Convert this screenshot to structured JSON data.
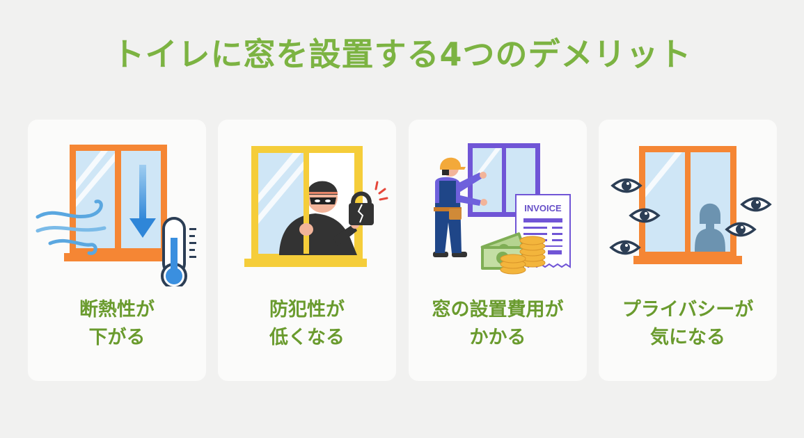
{
  "title": "トイレに窓を設置する4つのデメリット",
  "colors": {
    "title": "#7cb342",
    "label": "#6a9b2e",
    "background": "#f1f1f0",
    "card": "#fbfbfa",
    "orange_frame": "#f58634",
    "yellow_frame": "#f5cd3a",
    "purple_frame": "#7055d6",
    "glass": "#cfe6f6"
  },
  "cards": [
    {
      "icon": "window-cold-wind-thermometer-icon",
      "label_line1": "断熱性が",
      "label_line2": "下がる"
    },
    {
      "icon": "window-burglar-broken-lock-icon",
      "label_line1": "防犯性が",
      "label_line2": "低くなる"
    },
    {
      "icon": "worker-window-invoice-money-icon",
      "invoice_text": "INVOICE",
      "label_line1": "窓の設置費用が",
      "label_line2": "かかる"
    },
    {
      "icon": "window-person-eyes-icon",
      "label_line1": "プライバシーが",
      "label_line2": "気になる"
    }
  ]
}
